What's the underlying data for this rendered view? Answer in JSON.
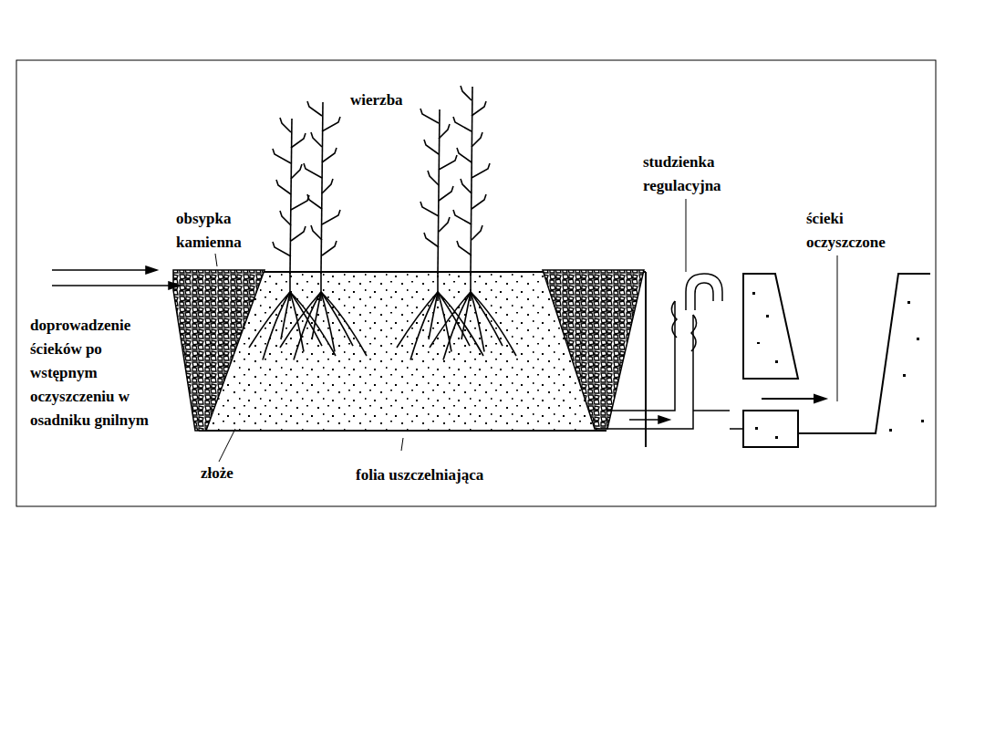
{
  "diagram": {
    "labels": [
      "wierzba",
      "obsypka kamienna",
      "studzienka regulacyjna",
      "ścieki oczyszczone",
      "doprowadzenie ścieków po wstępnym oczyszczeniu w osadniku gnilnym",
      "złoże",
      "folia uszczelniająca"
    ]
  }
}
